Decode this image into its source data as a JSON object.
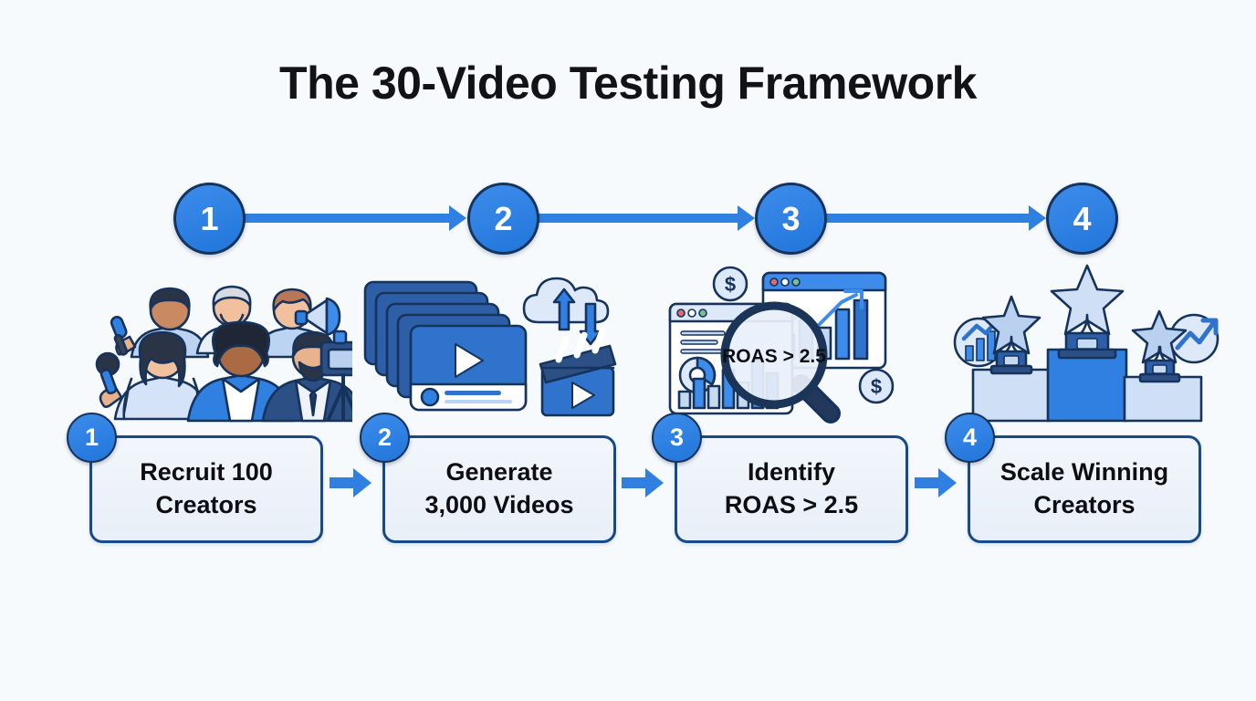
{
  "page": {
    "title": "The 30-Video Testing Framework",
    "background_color": "#f7fafd",
    "accent_color": "#2f80e0",
    "accent_dark_color": "#16335c",
    "card_border_color": "#174a86",
    "card_fill_color": "#eff4fb",
    "text_color": "#0c0e12"
  },
  "timeline": {
    "nodes": [
      {
        "number": "1"
      },
      {
        "number": "2"
      },
      {
        "number": "3"
      },
      {
        "number": "4"
      }
    ],
    "connectors": [
      {
        "icon": "arrow-right-icon"
      },
      {
        "icon": "arrow-right-icon"
      },
      {
        "icon": "arrow-right-icon"
      }
    ]
  },
  "illustrations": [
    {
      "icon": "creators-group-icon",
      "description": "Group of six diverse content creators with microphones, megaphone and video camera on tripod"
    },
    {
      "icon": "video-stack-icon",
      "description": "Stack of video player cards with play button, cloud sync arrows and film clapperboard"
    },
    {
      "icon": "analytics-magnifier-icon",
      "description": "Two analytics dashboard windows with bar charts and trend line, magnifying glass reading ROAS > 2.5, dollar coins",
      "magnifier_label": "ROAS > 2.5"
    },
    {
      "icon": "podium-trophies-icon",
      "description": "Winners podium with three star trophies and growth chart badges"
    }
  ],
  "steps": [
    {
      "number": "1",
      "label": "Recruit 100 Creators",
      "line1": "Recruit 100",
      "line2": "Creators"
    },
    {
      "number": "2",
      "label": "Generate 3,000 Videos",
      "line1": "Generate",
      "line2": "3,000 Videos"
    },
    {
      "number": "3",
      "label": "Identify ROAS > 2.5",
      "line1": "Identify",
      "line2": "ROAS > 2.5"
    },
    {
      "number": "4",
      "label": "Scale Winning Creators",
      "line1": "Scale Winning",
      "line2": "Creators"
    }
  ],
  "step_connectors": [
    {
      "icon": "arrow-right-icon"
    },
    {
      "icon": "arrow-right-icon"
    },
    {
      "icon": "arrow-right-icon"
    }
  ]
}
